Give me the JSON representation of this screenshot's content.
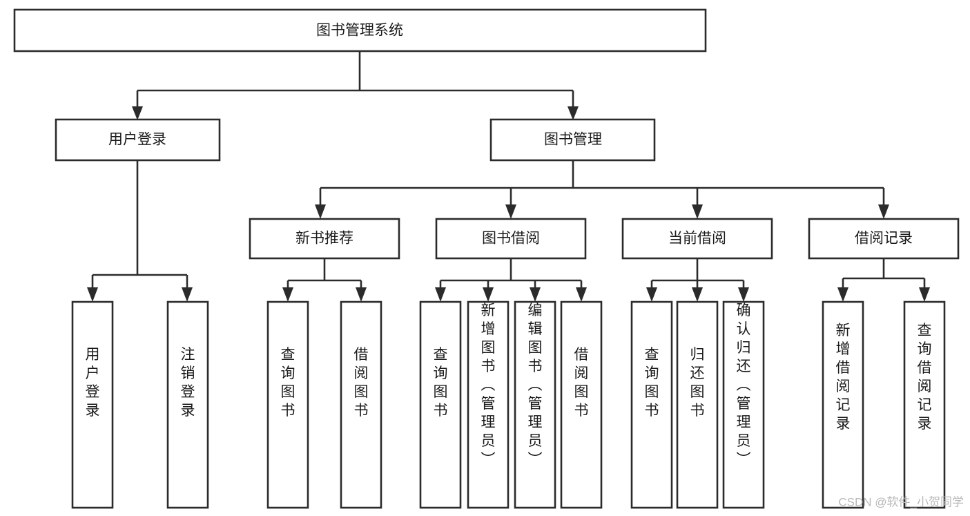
{
  "diagram": {
    "title": "图书管理系统",
    "type": "hierarchy-tree",
    "watermark": "CSDN @软件_小贺同学",
    "colors": {
      "box_stroke": "#2b2b2b",
      "box_fill": "#ffffff",
      "text": "#1a1a1a",
      "watermark": "#b9b9b9",
      "background": "#ffffff"
    },
    "levels": {
      "level0": [
        {
          "id": "root",
          "label": "图书管理系统",
          "orientation": "horizontal"
        }
      ],
      "level1": [
        {
          "id": "user-login",
          "label": "用户登录",
          "orientation": "horizontal"
        },
        {
          "id": "book-management",
          "label": "图书管理",
          "orientation": "horizontal"
        }
      ],
      "level2": [
        {
          "id": "new-book-recommend",
          "label": "新书推荐",
          "orientation": "horizontal",
          "parent": "book-management"
        },
        {
          "id": "book-borrow",
          "label": "图书借阅",
          "orientation": "horizontal",
          "parent": "book-management"
        },
        {
          "id": "current-borrow",
          "label": "当前借阅",
          "orientation": "horizontal",
          "parent": "book-management"
        },
        {
          "id": "borrow-record",
          "label": "借阅记录",
          "orientation": "horizontal",
          "parent": "book-management"
        }
      ],
      "level3": [
        {
          "id": "leaf-user-login",
          "label": "用户登录",
          "orientation": "vertical",
          "parent": "user-login"
        },
        {
          "id": "leaf-logout",
          "label": "注销登录",
          "orientation": "vertical",
          "parent": "user-login"
        },
        {
          "id": "leaf-query-book-1",
          "label": "查询图书",
          "orientation": "vertical",
          "parent": "new-book-recommend"
        },
        {
          "id": "leaf-borrow-book-1",
          "label": "借阅图书",
          "orientation": "vertical",
          "parent": "new-book-recommend"
        },
        {
          "id": "leaf-query-book-2",
          "label": "查询图书",
          "orientation": "vertical",
          "parent": "book-borrow"
        },
        {
          "id": "leaf-add-book",
          "label": "新增图书（管理员）",
          "orientation": "vertical",
          "parent": "book-borrow"
        },
        {
          "id": "leaf-edit-book",
          "label": "编辑图书（管理员）",
          "orientation": "vertical",
          "parent": "book-borrow"
        },
        {
          "id": "leaf-borrow-book-2",
          "label": "借阅图书",
          "orientation": "vertical",
          "parent": "book-borrow"
        },
        {
          "id": "leaf-query-book-3",
          "label": "查询图书",
          "orientation": "vertical",
          "parent": "current-borrow"
        },
        {
          "id": "leaf-return-book",
          "label": "归还图书",
          "orientation": "vertical",
          "parent": "current-borrow"
        },
        {
          "id": "leaf-confirm-return",
          "label": "确认归还（管理员）",
          "orientation": "vertical",
          "parent": "current-borrow"
        },
        {
          "id": "leaf-add-record",
          "label": "新增借阅记录",
          "orientation": "vertical",
          "parent": "borrow-record"
        },
        {
          "id": "leaf-query-record",
          "label": "查询借阅记录",
          "orientation": "vertical",
          "parent": "borrow-record"
        }
      ]
    }
  }
}
